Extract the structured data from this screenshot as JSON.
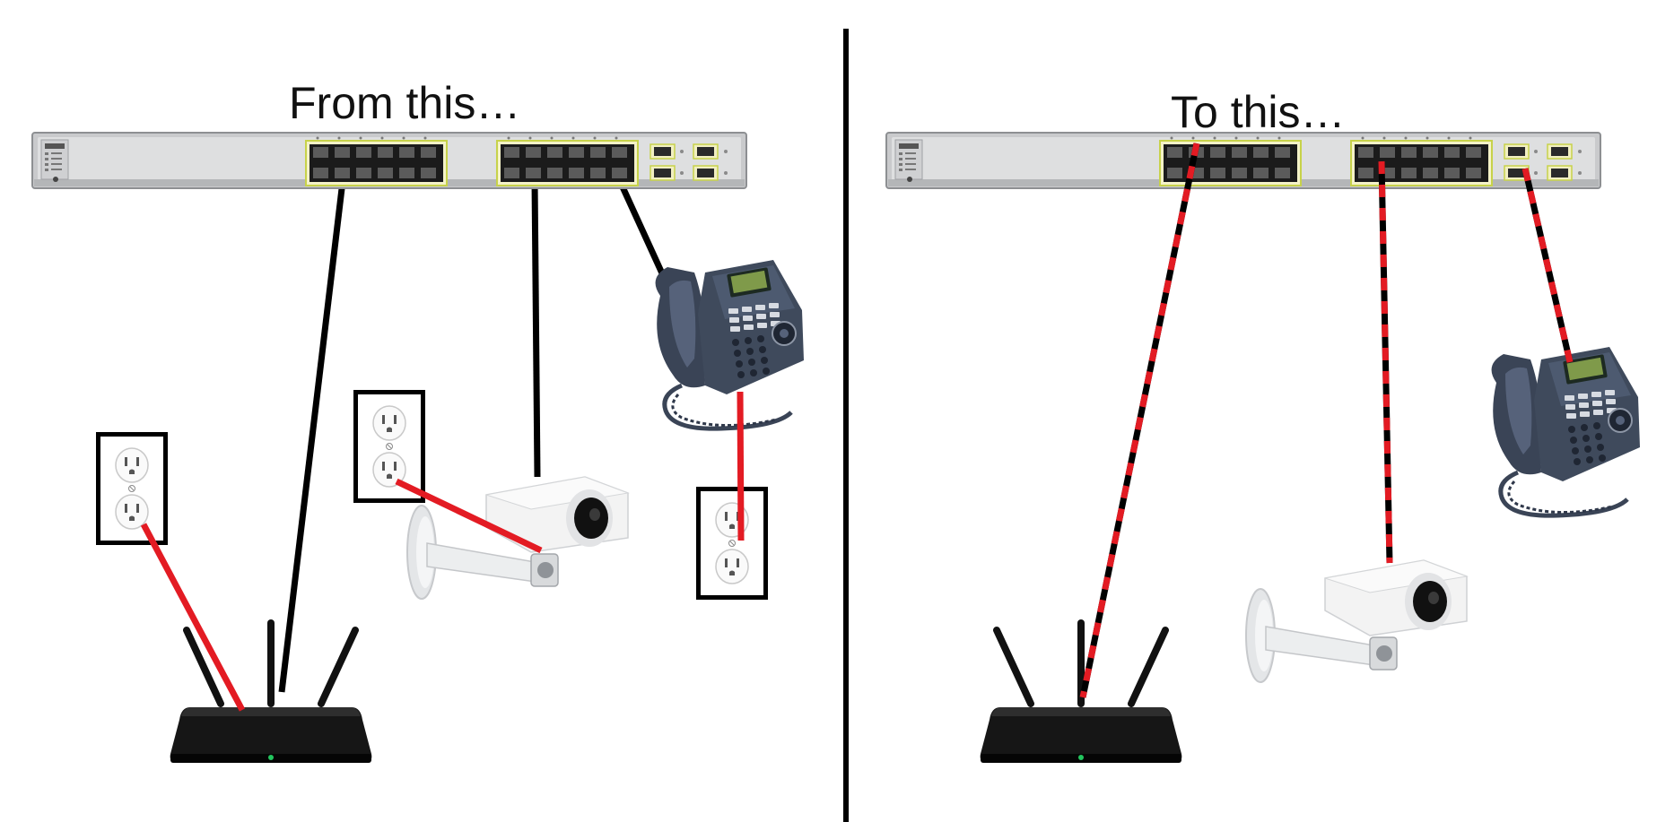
{
  "panels": {
    "before": {
      "title": "From this…",
      "devices": [
        "switch",
        "wireless-router",
        "ip-camera",
        "ip-phone",
        "power-outlet",
        "power-outlet",
        "power-outlet"
      ]
    },
    "after": {
      "title": "To this…",
      "devices": [
        "switch",
        "wireless-router",
        "ip-camera",
        "ip-phone"
      ]
    }
  },
  "colors": {
    "data_cable": "#000000",
    "power_cable": "#e31b23",
    "switch_body": "#d9dadb",
    "port_block": "#1a1a1a",
    "port_border": "#d4df5c",
    "router_body": "#141414",
    "phone_body": "#3f4a5c",
    "camera_body": "#f1f1f1",
    "divider": "#000000"
  }
}
